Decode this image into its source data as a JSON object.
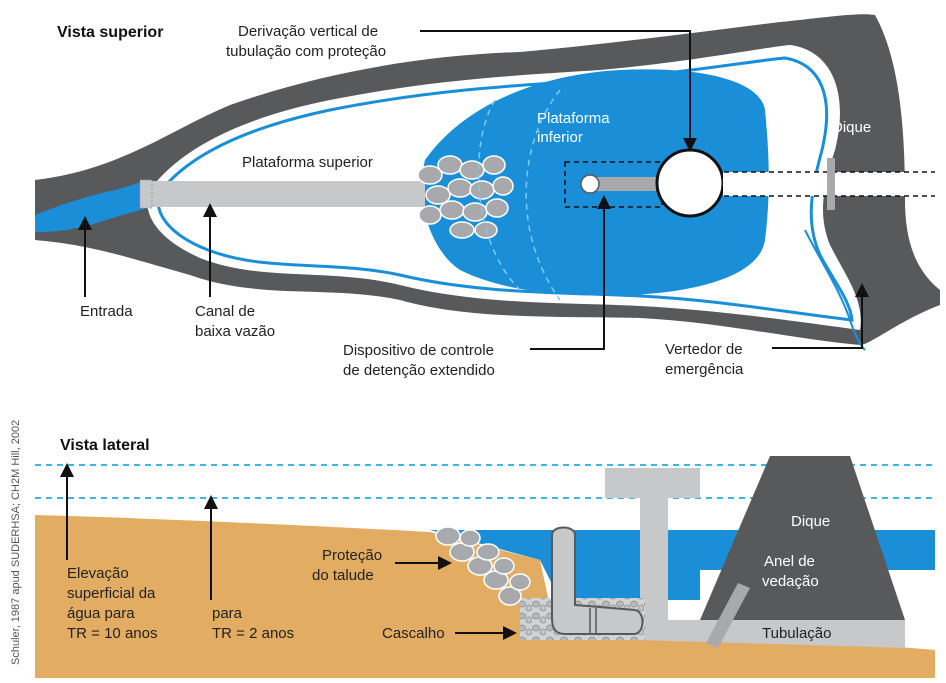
{
  "top_view": {
    "title": "Vista superior",
    "labels": {
      "vertical_riser_line1": "Derivação vertical de",
      "vertical_riser_line2": "tubulação com proteção",
      "lower_platform_line1": "Plataforma",
      "lower_platform_line2": "inferior",
      "upper_platform": "Plataforma superior",
      "dike": "Dique",
      "inlet": "Entrada",
      "low_flow_channel_line1": "Canal de",
      "low_flow_channel_line2": "baixa vazão",
      "detention_device_line1": "Dispositivo de controle",
      "detention_device_line2": "de detenção extendido",
      "spillway_line1": "Vertedor de",
      "spillway_line2": "emergência"
    }
  },
  "side_view": {
    "title": "Vista lateral",
    "labels": {
      "elevation_line1": "Elevação",
      "elevation_line2": "superficial da",
      "elevation_line3": "água para",
      "elevation_line4": "TR = 10 anos",
      "tr2_line1": "para",
      "tr2_line2": "TR = 2 anos",
      "slope_protection_line1": "Proteção",
      "slope_protection_line2": "do talude",
      "gravel": "Cascalho",
      "dike": "Dique",
      "seal_ring_line1": "Anel de",
      "seal_ring_line2": "vedação",
      "pipe": "Tubulação"
    }
  },
  "credit": "Schuler, 1987 apud SUDERHSA; CH2M Hill, 2002",
  "colors": {
    "dark_gray": "#58595b",
    "water_blue": "#1a8fd8",
    "light_gray": "#c7c8ca",
    "soil": "#e2ad63",
    "dashed_blue": "#3fb4e6"
  }
}
